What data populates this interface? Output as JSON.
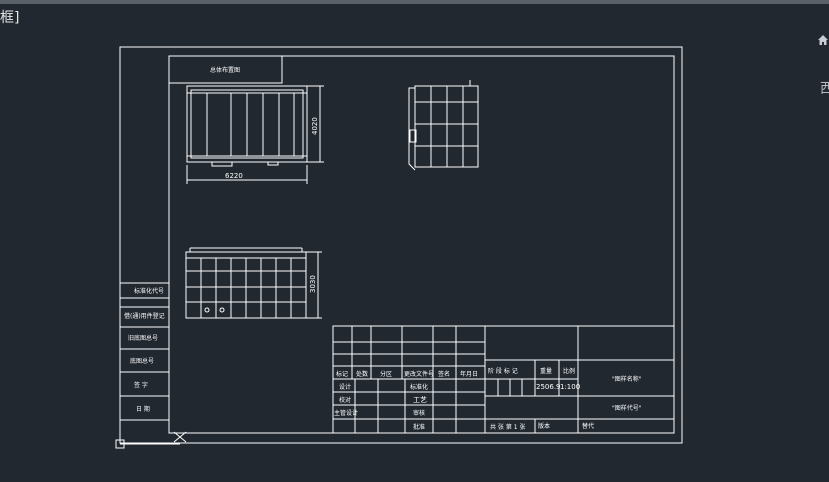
{
  "window": {
    "title_fragment": "框]",
    "viewcube_fragment": "西"
  },
  "icons": {
    "home": "home-icon"
  },
  "drawing": {
    "top_view": {
      "title": "总体布置图",
      "dim_width": "6220",
      "dim_height": "4020"
    },
    "front_view": {
      "dim_height": "3030"
    },
    "left_strip": {
      "labels": [
        "借(通)用件登记",
        "旧底图总号",
        "底图总号",
        "签 字",
        "日 期"
      ],
      "top_label": "标准化代号"
    },
    "title_block": {
      "header_row": [
        "标记",
        "处数",
        "分区",
        "更改文件号",
        "签名",
        "年月日"
      ],
      "sign_rows": [
        "设计",
        "校对",
        "主管设计"
      ],
      "sign_mid": [
        "标准化",
        "工艺",
        "审核",
        "批准"
      ],
      "stage_header": "阶 段 标 记",
      "weight_header": "重量",
      "scale_header": "比例",
      "weight_value": "2506.9",
      "scale_value": "1:100",
      "sheet_info": "共 张  第 1 张",
      "version_label": "版本",
      "replace_label": "替代",
      "drawing_name": "\"图样名称\"",
      "drawing_code": "\"图样代号\""
    }
  }
}
